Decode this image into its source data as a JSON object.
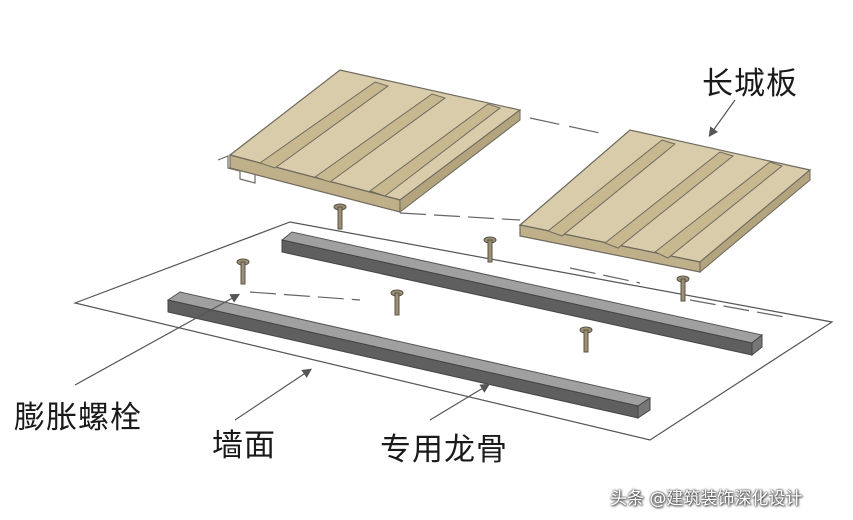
{
  "labels": {
    "wall_panel": "长城板",
    "expansion_bolt": "膨胀螺栓",
    "wall_surface": "墙面",
    "keel": "专用龙骨"
  },
  "watermark": "头条 @建筑装饰深化设计",
  "colors": {
    "panel_fill": "#d9ccaa",
    "panel_shadow": "#bfb08a",
    "panel_edge": "#6e6a5e",
    "keel_top": "#8a8a8a",
    "keel_side": "#5f5f5f",
    "bolt": "#9b9075",
    "line": "#555555"
  }
}
